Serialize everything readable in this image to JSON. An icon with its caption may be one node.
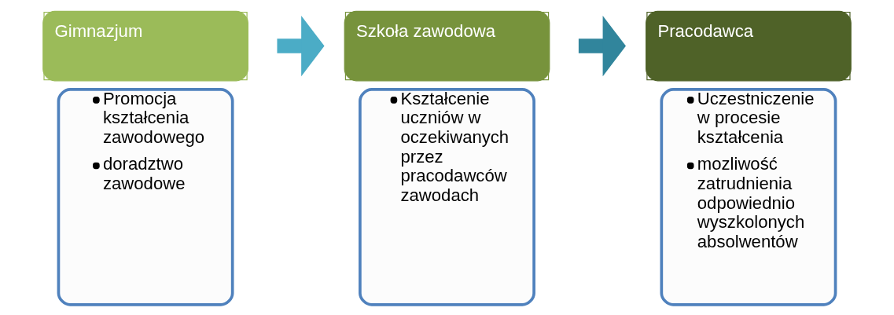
{
  "diagram": {
    "nodes": [
      {
        "text": [
          "Gimnazjum"
        ]
      },
      {
        "text": [
          "Promocja kształcenia zawodowego",
          "doradztwo zawodowe"
        ]
      },
      {
        "text": [
          "Szkoła zawodowa"
        ]
      },
      {
        "text": [
          "Kształcenie uczniów w oczekiwanych przez pracodawców zawodach"
        ]
      },
      {
        "text": [
          "Pracodawca"
        ]
      },
      {
        "text": [
          "Uczestniczenie w procesie kształcenia",
          "mozliwość zatrudnienia odpowiednio wyszkolonych absolwentów"
        ]
      }
    ],
    "edges": [
      {
        "from": 0,
        "to": 2,
        "arrow": "to",
        "color": "#4bacc6"
      },
      {
        "from": 2,
        "to": 4,
        "arrow": "to",
        "color": "#31859c"
      }
    ]
  }
}
